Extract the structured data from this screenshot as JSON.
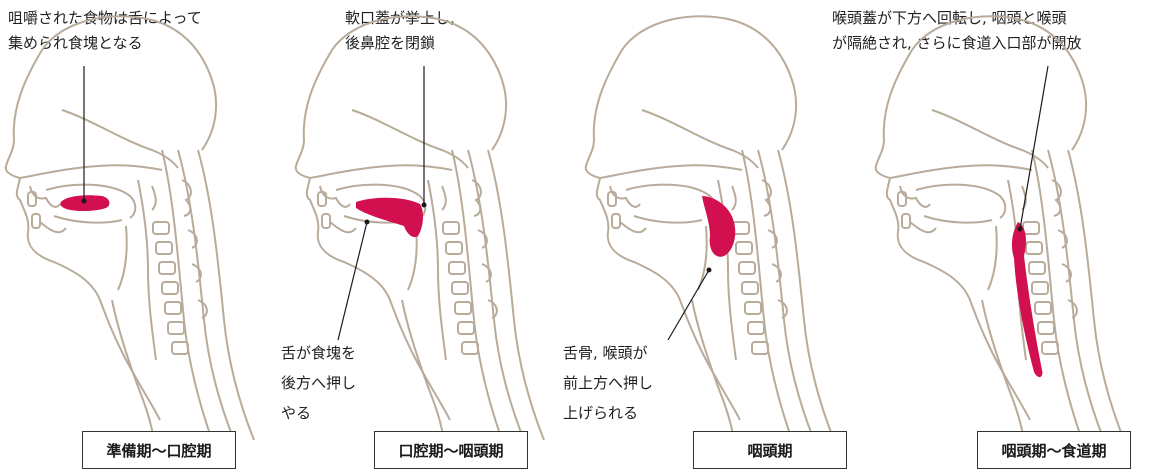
{
  "colors": {
    "outline": "#b9ab9a",
    "bolus": "#d3104f",
    "leader": "#1a1a1a"
  },
  "annotations": {
    "stage1_top": [
      "咀嚼された食物は舌によって",
      "集められ食塊となる"
    ],
    "stage2_top": [
      "軟口蓋が挙上し,",
      "後鼻腔を閉鎖"
    ],
    "stage2_bottom": [
      "舌が食塊を",
      "後方へ押し",
      "やる"
    ],
    "stage3_bottom": [
      "舌骨, 喉頭が",
      "前上方へ押し",
      "上げられる"
    ],
    "stage4_top": [
      "喉頭蓋が下方へ回転し, 咽頭と喉頭",
      "が隔絶され, さらに食道入口部が開放"
    ]
  },
  "stages": [
    {
      "label": "準備期〜口腔期"
    },
    {
      "label": "口腔期〜咽頭期"
    },
    {
      "label": "咽頭期"
    },
    {
      "label": "咽頭期〜食道期"
    }
  ]
}
